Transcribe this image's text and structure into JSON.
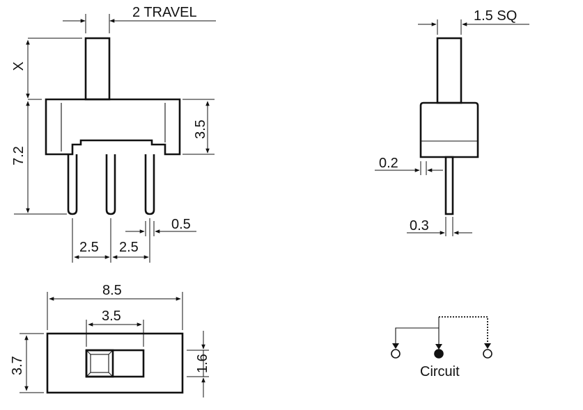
{
  "dims": {
    "travel": "2 TRAVEL",
    "x": "X",
    "height": "7.2",
    "body_height": "3.5",
    "pitch_a": "2.5",
    "pitch_b": "2.5",
    "pin_width": "0.5",
    "actuator_sq": "1.5 SQ",
    "gap": "0.2",
    "pin_thickness": "0.3",
    "length": "8.5",
    "slot_length": "3.5",
    "width": "3.7",
    "slot_width": "1.6"
  },
  "circuit_label": "Circuit",
  "colors": {
    "line": "#111111",
    "background": "#ffffff"
  }
}
